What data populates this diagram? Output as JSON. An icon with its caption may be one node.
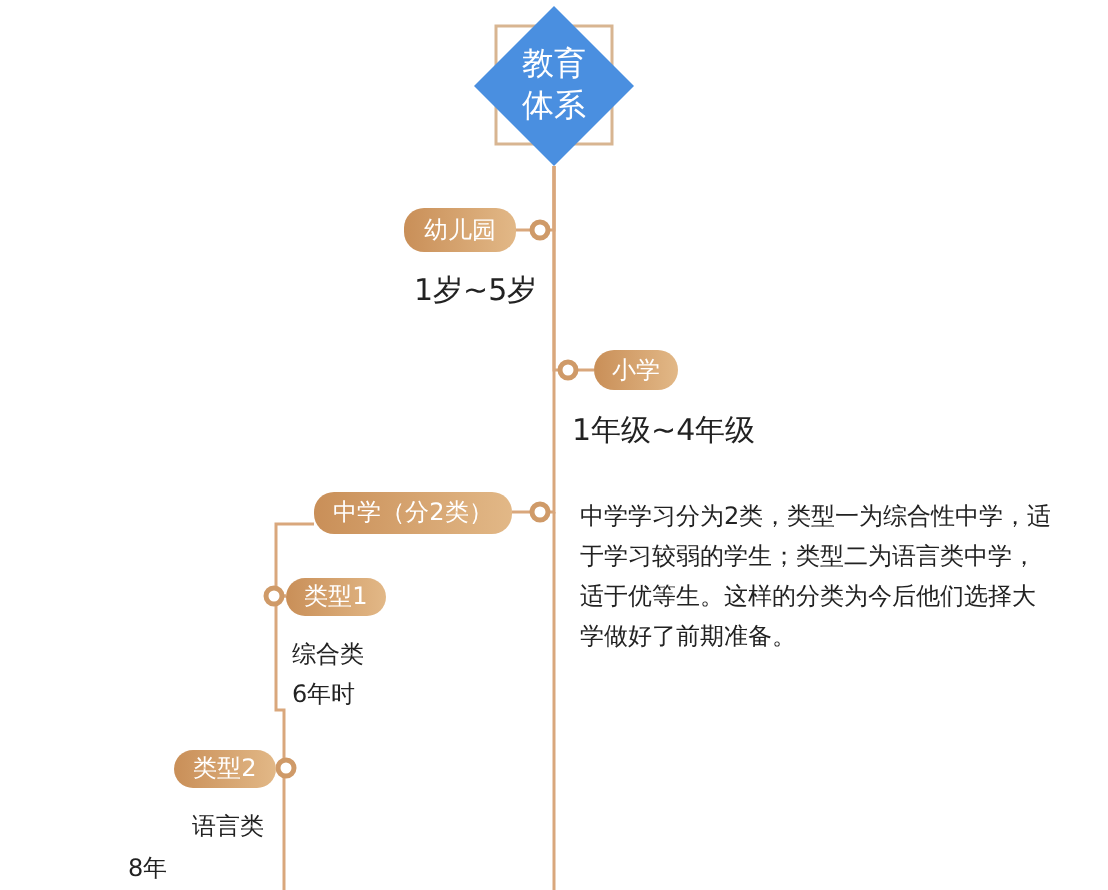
{
  "diagram": {
    "nodes": [
      {
        "text": [
          "教育体系"
        ]
      },
      {
        "text": [
          "幼儿园"
        ],
        "beside": [
          "1岁~5岁"
        ]
      },
      {
        "text": [
          "小学"
        ],
        "beside": [
          "1年级~4年级"
        ]
      },
      {
        "text": [
          "中学（分2类）"
        ],
        "beside": [
          "中学学习分为2类，类型一为综合性中学，适于学习较弱的学生；类型二为语言类中学，适于优等生。这样的分类为今后他们选择大学做好了前期准备。"
        ]
      },
      {
        "text": [
          "类型1"
        ],
        "beside": [
          "综合类",
          "6年时"
        ]
      },
      {
        "text": [
          "类型2"
        ],
        "beside": [
          "语言类",
          "8年"
        ]
      }
    ],
    "edges": [
      {
        "from": 0,
        "to": 1,
        "arrow": "none"
      },
      {
        "from": 0,
        "to": 2,
        "arrow": "none"
      },
      {
        "from": 0,
        "to": 3,
        "arrow": "none"
      },
      {
        "from": 3,
        "to": 4,
        "arrow": "none"
      },
      {
        "from": 4,
        "to": 5,
        "arrow": "none"
      }
    ]
  }
}
